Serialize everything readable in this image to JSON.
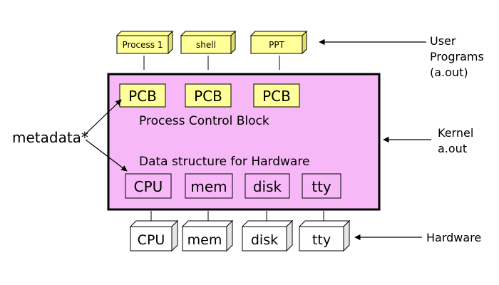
{
  "user_processes": [
    "Process 1",
    "shell",
    "PPT"
  ],
  "user_programs_label": [
    "User",
    "Programs",
    "(a.out)"
  ],
  "pcb_labels": [
    "PCB",
    "PCB",
    "PCB"
  ],
  "pcb_caption": "Process Control Block",
  "hw_structure_caption": "Data structure for Hardware",
  "hw_structures": [
    "CPU",
    "mem",
    "disk",
    "tty"
  ],
  "metadata_label": "metadata*",
  "kernel_label": [
    "Kernel",
    "a.out"
  ],
  "hardware_devices": [
    "CPU",
    "mem",
    "disk",
    "tty"
  ],
  "hardware_label": "Hardware",
  "colors": {
    "kernel_fill": "#f7b8f7",
    "process_fill": "#ffff99",
    "hardware_fill": "#ffffff",
    "hardware_side": "#e6e6e6",
    "stroke": "#000000"
  }
}
